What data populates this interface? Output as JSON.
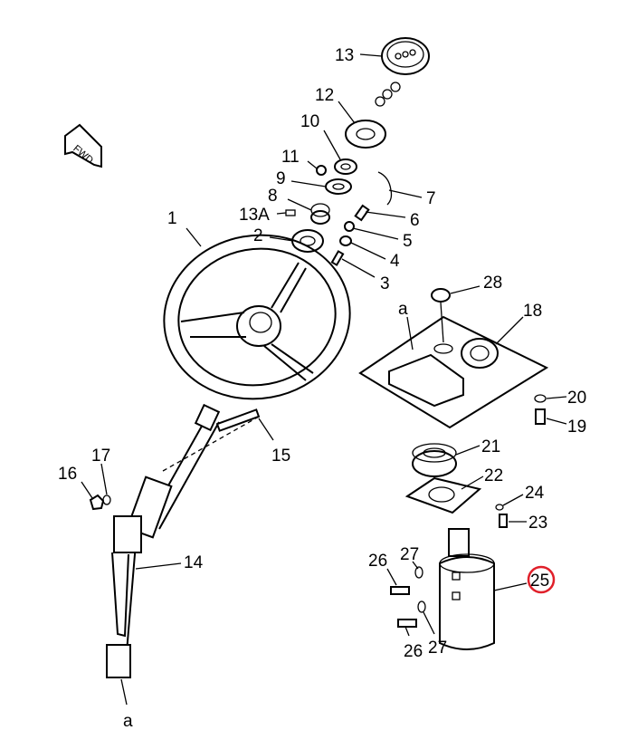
{
  "diagram": {
    "title": "Steering wheel and column parts",
    "direction_marker": "FWD",
    "highlight_color": "#e0202a",
    "highlighted_part": "25",
    "labels": [
      "13",
      "12",
      "10",
      "11",
      "9",
      "8",
      "13A",
      "2",
      "1",
      "7",
      "6",
      "5",
      "4",
      "3",
      "28",
      "a",
      "18",
      "20",
      "19",
      "15",
      "21",
      "22",
      "24",
      "23",
      "16",
      "17",
      "14",
      "26",
      "27",
      "25",
      "26",
      "27",
      "a"
    ]
  }
}
